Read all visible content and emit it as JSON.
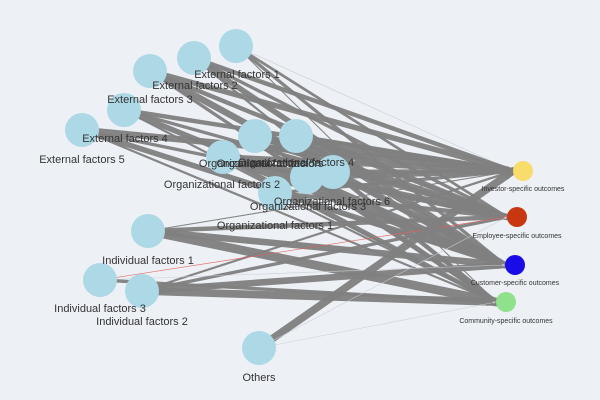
{
  "colors": {
    "background": "#edf1f6",
    "factor_node": "#add8e6",
    "edge": "#808080",
    "thin_edge": "#c9ced6",
    "highlight_edge": "#e06060",
    "label": "#333333"
  },
  "nodes": [
    {
      "id": "ext1",
      "label": "External factors 1",
      "color": "#add8e6",
      "kind": "factor"
    },
    {
      "id": "ext2",
      "label": "External factors 2",
      "color": "#add8e6",
      "kind": "factor"
    },
    {
      "id": "ext3",
      "label": "External factors 3",
      "color": "#add8e6",
      "kind": "factor"
    },
    {
      "id": "ext4",
      "label": "External factors 4",
      "color": "#add8e6",
      "kind": "factor"
    },
    {
      "id": "ext5",
      "label": "External factors 5",
      "color": "#add8e6",
      "kind": "factor"
    },
    {
      "id": "org1",
      "label": "Organizational factors 1",
      "color": "#add8e6",
      "kind": "factor"
    },
    {
      "id": "org2",
      "label": "Organizational factors 2",
      "color": "#add8e6",
      "kind": "factor"
    },
    {
      "id": "org3",
      "label": "Organizational factors 3",
      "color": "#add8e6",
      "kind": "factor"
    },
    {
      "id": "org4",
      "label": "Organizational factors 4",
      "color": "#add8e6",
      "kind": "factor"
    },
    {
      "id": "org5",
      "label": "Organizational factors 5",
      "color": "#add8e6",
      "kind": "factor"
    },
    {
      "id": "org6",
      "label": "Organizational factors 6",
      "color": "#add8e6",
      "kind": "factor"
    },
    {
      "id": "orgx",
      "label": "Organizational factors",
      "color": "#add8e6",
      "kind": "factor"
    },
    {
      "id": "ind1",
      "label": "Individual factors 1",
      "color": "#add8e6",
      "kind": "factor"
    },
    {
      "id": "ind2",
      "label": "Individual factors 2",
      "color": "#add8e6",
      "kind": "factor"
    },
    {
      "id": "ind3",
      "label": "Individual factors 3",
      "color": "#add8e6",
      "kind": "factor"
    },
    {
      "id": "oth",
      "label": "Others",
      "color": "#add8e6",
      "kind": "factor"
    },
    {
      "id": "inv",
      "label": "Investor-specific outcomes",
      "color": "#f8dc6c",
      "kind": "outcome"
    },
    {
      "id": "emp",
      "label": "Employee-specific outcomes",
      "color": "#c8370f",
      "kind": "outcome"
    },
    {
      "id": "cus",
      "label": "Customer-specific outcomes",
      "color": "#1a0ce8",
      "kind": "outcome"
    },
    {
      "id": "com",
      "label": "Community-specific outcomes",
      "color": "#8fe28b",
      "kind": "outcome"
    }
  ],
  "edges": [
    {
      "from": "ext1",
      "to": "inv",
      "weight": 0.3
    },
    {
      "from": "ext1",
      "to": "emp",
      "weight": 2.5
    },
    {
      "from": "ext1",
      "to": "cus",
      "weight": 3
    },
    {
      "from": "ext1",
      "to": "com",
      "weight": 1
    },
    {
      "from": "ext2",
      "to": "inv",
      "weight": 4
    },
    {
      "from": "ext2",
      "to": "emp",
      "weight": 3
    },
    {
      "from": "ext2",
      "to": "cus",
      "weight": 5
    },
    {
      "from": "ext2",
      "to": "com",
      "weight": 2
    },
    {
      "from": "ext3",
      "to": "inv",
      "weight": 5
    },
    {
      "from": "ext3",
      "to": "emp",
      "weight": 4
    },
    {
      "from": "ext3",
      "to": "cus",
      "weight": 6
    },
    {
      "from": "ext3",
      "to": "com",
      "weight": 3
    },
    {
      "from": "ext4",
      "to": "inv",
      "weight": 4
    },
    {
      "from": "ext4",
      "to": "emp",
      "weight": 3
    },
    {
      "from": "ext4",
      "to": "cus",
      "weight": 5
    },
    {
      "from": "ext4",
      "to": "com",
      "weight": 2
    },
    {
      "from": "ext5",
      "to": "inv",
      "weight": 6
    },
    {
      "from": "ext5",
      "to": "emp",
      "weight": 3
    },
    {
      "from": "ext5",
      "to": "cus",
      "weight": 5
    },
    {
      "from": "ext5",
      "to": "com",
      "weight": 2
    },
    {
      "from": "org1",
      "to": "inv",
      "weight": 3
    },
    {
      "from": "org1",
      "to": "emp",
      "weight": 4
    },
    {
      "from": "org1",
      "to": "cus",
      "weight": 3
    },
    {
      "from": "org1",
      "to": "com",
      "weight": 2
    },
    {
      "from": "org2",
      "to": "inv",
      "weight": 5
    },
    {
      "from": "org2",
      "to": "emp",
      "weight": 6
    },
    {
      "from": "org2",
      "to": "cus",
      "weight": 5
    },
    {
      "from": "org2",
      "to": "com",
      "weight": 4
    },
    {
      "from": "org3",
      "to": "inv",
      "weight": 5
    },
    {
      "from": "org3",
      "to": "emp",
      "weight": 4
    },
    {
      "from": "org3",
      "to": "cus",
      "weight": 5
    },
    {
      "from": "org3",
      "to": "com",
      "weight": 3
    },
    {
      "from": "org4",
      "to": "inv",
      "weight": 4
    },
    {
      "from": "org4",
      "to": "emp",
      "weight": 3
    },
    {
      "from": "org4",
      "to": "cus",
      "weight": 4
    },
    {
      "from": "org5",
      "to": "inv",
      "weight": 3
    },
    {
      "from": "org5",
      "to": "emp",
      "weight": 5
    },
    {
      "from": "org5",
      "to": "com",
      "weight": 3
    },
    {
      "from": "org6",
      "to": "inv",
      "weight": 4
    },
    {
      "from": "org6",
      "to": "cus",
      "weight": 3
    },
    {
      "from": "org6",
      "to": "com",
      "weight": 4
    },
    {
      "from": "orgx",
      "to": "inv",
      "weight": 3
    },
    {
      "from": "orgx",
      "to": "emp",
      "weight": 3
    },
    {
      "from": "orgx",
      "to": "com",
      "weight": 2
    },
    {
      "from": "ind1",
      "to": "inv",
      "weight": 1
    },
    {
      "from": "ind1",
      "to": "emp",
      "weight": 4
    },
    {
      "from": "ind1",
      "to": "cus",
      "weight": 6
    },
    {
      "from": "ind1",
      "to": "com",
      "weight": 8
    },
    {
      "from": "ind2",
      "to": "inv",
      "weight": 2
    },
    {
      "from": "ind2",
      "to": "emp",
      "weight": 3
    },
    {
      "from": "ind2",
      "to": "cus",
      "weight": 6
    },
    {
      "from": "ind2",
      "to": "com",
      "weight": 7
    },
    {
      "from": "ind3",
      "to": "emp",
      "weight": 0.6,
      "highlight": true
    },
    {
      "from": "ind3",
      "to": "cus",
      "weight": 0.4
    },
    {
      "from": "ind3",
      "to": "com",
      "weight": 3
    },
    {
      "from": "oth",
      "to": "inv",
      "weight": 7
    },
    {
      "from": "oth",
      "to": "emp",
      "weight": 0.4
    },
    {
      "from": "oth",
      "to": "com",
      "weight": 0.4
    }
  ]
}
